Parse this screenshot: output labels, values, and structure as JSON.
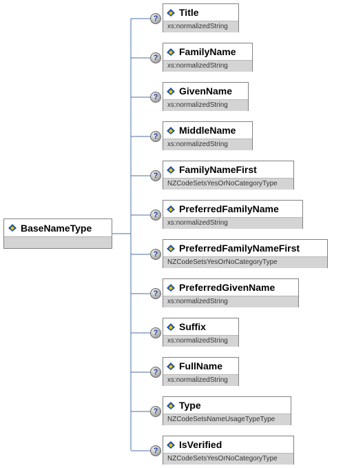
{
  "root": {
    "name": "BaseNameType"
  },
  "elements": [
    {
      "name": "Title",
      "type": "xs:normalizedString"
    },
    {
      "name": "FamilyName",
      "type": "xs:normalizedString"
    },
    {
      "name": "GivenName",
      "type": "xs:normalizedString"
    },
    {
      "name": "MiddleName",
      "type": "xs:normalizedString"
    },
    {
      "name": "FamilyNameFirst",
      "type": "NZCodeSetsYesOrNoCategoryType"
    },
    {
      "name": "PreferredFamilyName",
      "type": "xs:normalizedString"
    },
    {
      "name": "PreferredFamilyNameFirst",
      "type": "NZCodeSetsYesOrNoCategoryType"
    },
    {
      "name": "PreferredGivenName",
      "type": "xs:normalizedString"
    },
    {
      "name": "Suffix",
      "type": "xs:normalizedString"
    },
    {
      "name": "FullName",
      "type": "xs:normalizedString"
    },
    {
      "name": "Type",
      "type": "NZCodeSetsNameUsageTypeType"
    },
    {
      "name": "IsVerified",
      "type": "NZCodeSetsYesOrNoCategoryType"
    }
  ],
  "optional_marker": "?",
  "colors": {
    "connector": "#4a6fa8",
    "type_band": "#d4d4d4",
    "border": "#808080"
  }
}
